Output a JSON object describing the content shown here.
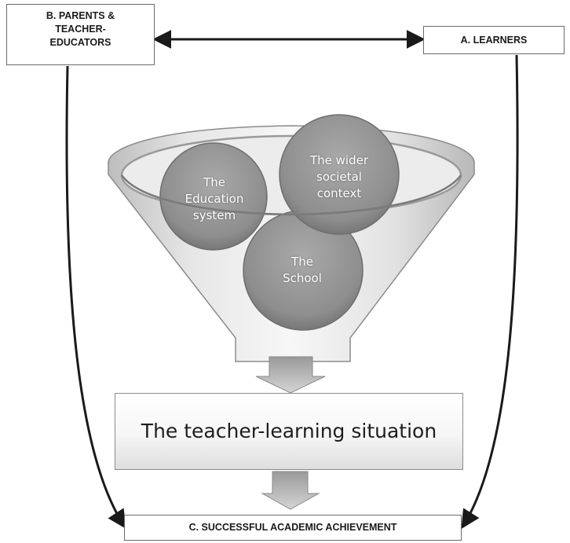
{
  "boxes": {
    "parents": {
      "line1": "B.   PARENTS &",
      "line2": "TEACHER-",
      "line3": "EDUCATORS"
    },
    "learners": "A.   LEARNERS",
    "achievement": "C.   SUCCESSFUL ACADEMIC ACHIEVEMENT"
  },
  "funnel": {
    "education": {
      "line1": "The",
      "line2": "Education",
      "line3": "system"
    },
    "societal": {
      "line1": "The wider",
      "line2": "societal",
      "line3": "context"
    },
    "school": {
      "line1": "The",
      "line2": "School"
    }
  },
  "situation": "The teacher-learning situation",
  "colors": {
    "circle_fill": "#8f8f8f",
    "funnel_fill": "#cfcfcf",
    "arrow_fill": "#a8a8a8",
    "line": "#1a1a1a"
  }
}
